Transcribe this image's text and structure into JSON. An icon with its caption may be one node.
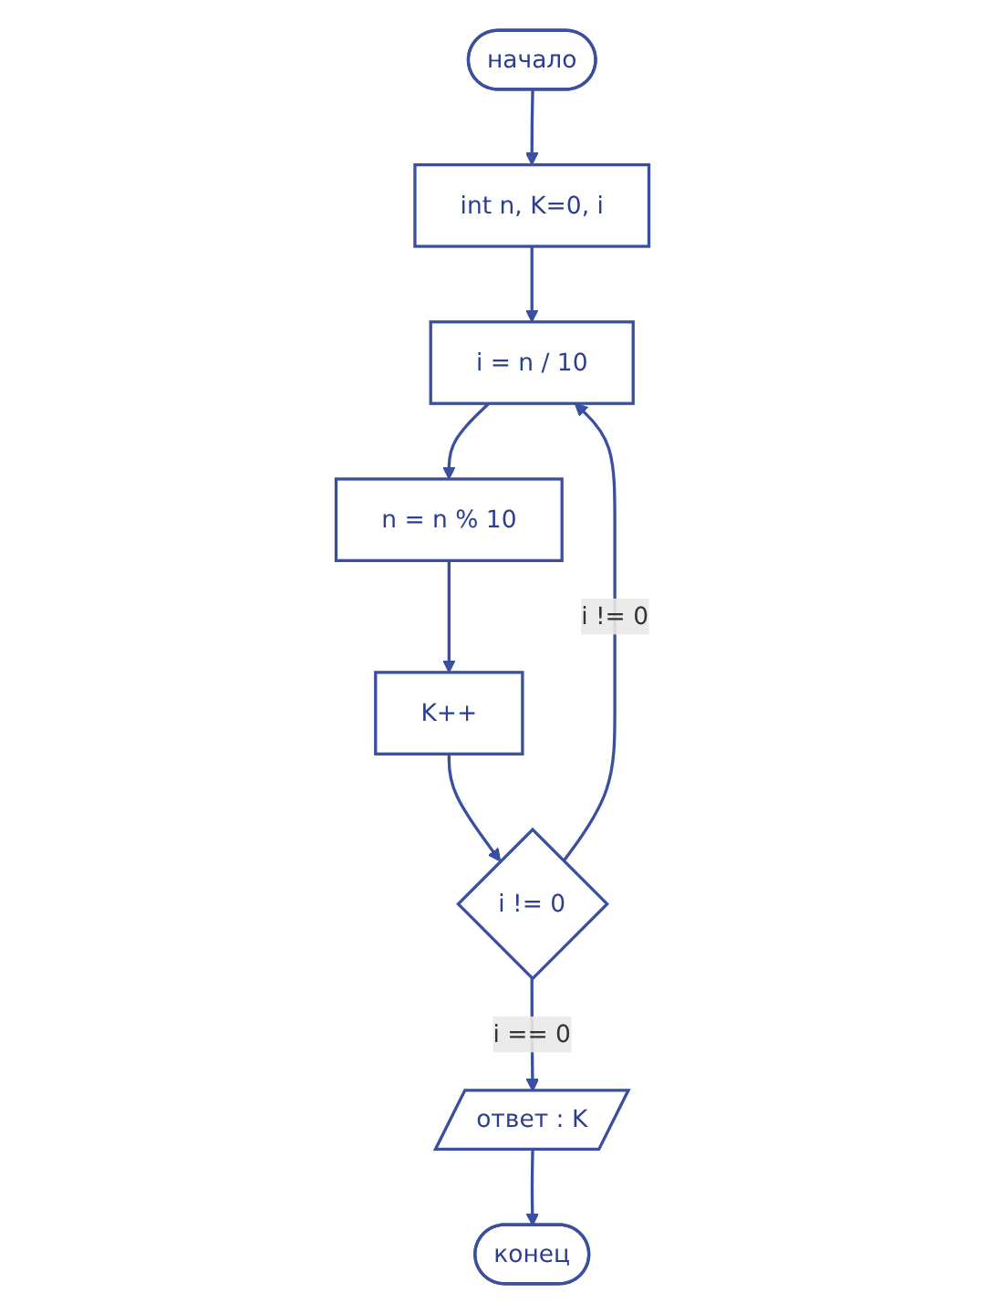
{
  "diagram": {
    "nodes": [
      {
        "text": [
          "начало"
        ]
      },
      {
        "text": [
          "int n, K=0, i"
        ]
      },
      {
        "text": [
          "i = n / 10"
        ]
      },
      {
        "text": [
          "n = n % 10"
        ]
      },
      {
        "text": [
          "K++"
        ]
      },
      {
        "text": [
          "i != 0"
        ]
      },
      {
        "text": [
          "ответ : K"
        ]
      },
      {
        "text": [
          "конец"
        ]
      }
    ],
    "edges": [
      {
        "from": 0,
        "to": 1,
        "arrow": "to"
      },
      {
        "from": 1,
        "to": 2,
        "arrow": "to"
      },
      {
        "from": 2,
        "to": 3,
        "arrow": "to"
      },
      {
        "from": 3,
        "to": 4,
        "arrow": "to"
      },
      {
        "from": 4,
        "to": 5,
        "arrow": "to"
      },
      {
        "from": 5,
        "to": 2,
        "label": "i != 0",
        "arrow": "to"
      },
      {
        "from": 5,
        "to": 6,
        "label": "i == 0",
        "arrow": "to"
      },
      {
        "from": 6,
        "to": 7,
        "arrow": "to"
      }
    ]
  }
}
